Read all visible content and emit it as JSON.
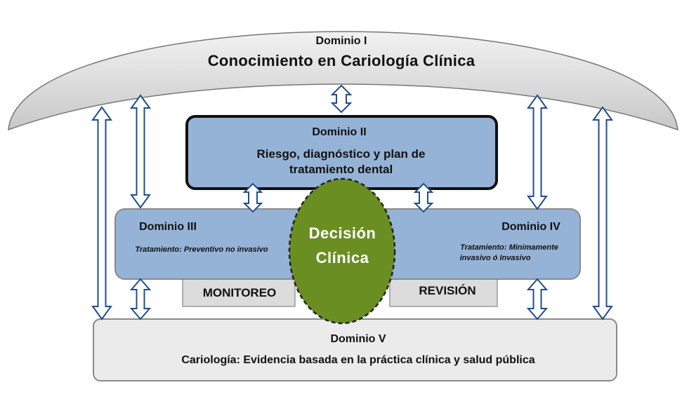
{
  "domain1": {
    "title": "Dominio I",
    "subtitle": "Conocimiento en Cariología Clínica"
  },
  "domain2": {
    "title": "Dominio II",
    "line1": "Riesgo, diagnóstico y plan de",
    "line2": "tratamiento dental"
  },
  "domain3": {
    "title": "Dominio III",
    "desc": "Tratamiento: Preventivo no invasivo"
  },
  "domain4": {
    "title": "Dominio IV",
    "desc_line1": "Tratamiento:  Minimamente",
    "desc_line2": "invasivo ó Invasivo"
  },
  "domain5": {
    "title": "Dominio V",
    "desc": "Cariología: Evidencia basada en la práctica clínica y salud pública"
  },
  "center": {
    "line1": "Decisión",
    "line2": "Clínica"
  },
  "bars": {
    "left": "MONITOREO",
    "right": "REVISIÓN"
  },
  "colors": {
    "arc_fill": "#d9d9d9",
    "blue_box": "#95b3d7",
    "gray_box": "#ebebeb",
    "ellipse": "#6b8e23",
    "arrow_stroke": "#1f4e8c"
  }
}
